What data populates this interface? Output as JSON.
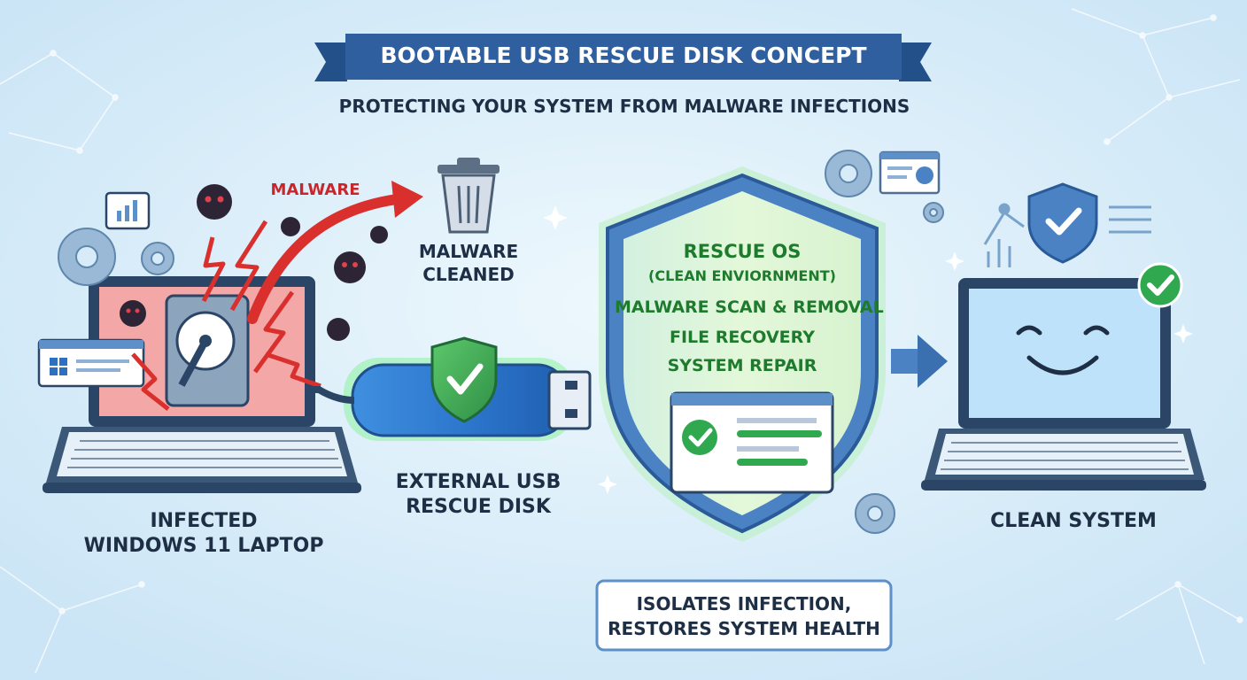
{
  "header": {
    "title": "BOOTABLE USB RESCUE DISK CONCEPT",
    "subtitle": "PROTECTING YOUR SYSTEM FROM MALWARE INFECTIONS"
  },
  "left": {
    "malware_label": "MALWARE",
    "trash_label_line1": "MALWARE",
    "trash_label_line2": "CLEANED",
    "laptop_label_line1": "INFECTED",
    "laptop_label_line2": "WINDOWS 11 LAPTOP"
  },
  "usb": {
    "label_line1": "EXTERNAL USB",
    "label_line2": "RESCUE DISK"
  },
  "shield": {
    "line1": "RESCUE OS",
    "line2": "(CLEAN ENVIORNMENT)",
    "line3": "MALWARE SCAN & REMOVAL",
    "line4": "FILE RECOVERY",
    "line5": "SYSTEM REPAIR"
  },
  "callout": {
    "line1": "ISOLATES INFECTION,",
    "line2": "RESTORES SYSTEM HEALTH"
  },
  "right": {
    "label": "CLEAN SYSTEM"
  },
  "colors": {
    "background": "#d7ecf8",
    "banner": "#2f5f9e",
    "infected_screen": "#f4a7a7",
    "clean_screen": "#bfe2fb",
    "shield_fill": "#dff6dc",
    "accent_green": "#2fa84f",
    "alert_red": "#d9302e"
  }
}
